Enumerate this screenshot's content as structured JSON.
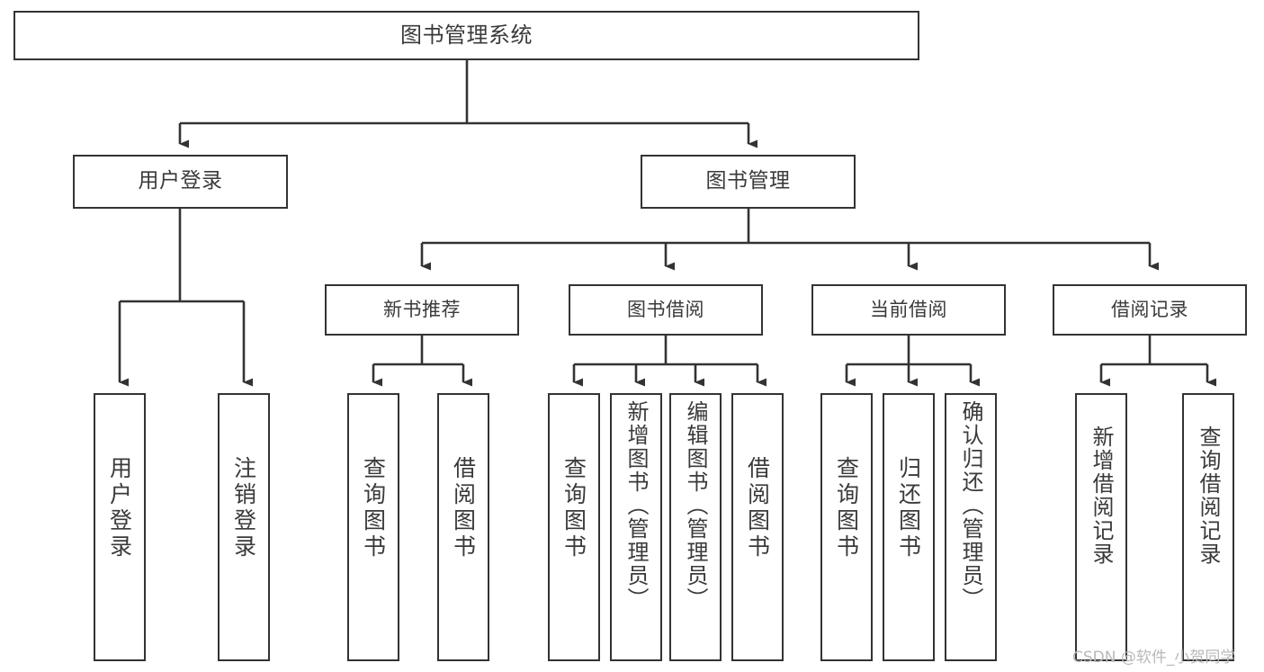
{
  "diagram": {
    "title": "图书管理系统",
    "type": "tree-hierarchy-chart",
    "colors": {
      "box_border": "#333333",
      "box_fill": "#ffffff",
      "edge": "#333333",
      "text": "#3a3a3a",
      "watermark": "#b9b9b9",
      "background": "#ffffff"
    },
    "nodes": {
      "root": {
        "label": "图书管理系统"
      },
      "level2": [
        {
          "id": "user-login",
          "label": "用户登录"
        },
        {
          "id": "book-manage",
          "label": "图书管理"
        }
      ],
      "level3": [
        {
          "id": "new-book-recommend",
          "label": "新书推荐"
        },
        {
          "id": "book-borrow",
          "label": "图书借阅"
        },
        {
          "id": "current-borrow",
          "label": "当前借阅"
        },
        {
          "id": "borrow-record",
          "label": "借阅记录"
        }
      ],
      "leaves": {
        "user-login": [
          {
            "id": "leaf-user-login",
            "label": "用户登录"
          },
          {
            "id": "leaf-user-logout",
            "label": "注销登录"
          }
        ],
        "new-book-recommend": [
          {
            "id": "leaf-query-book-1",
            "label": "查询图书"
          },
          {
            "id": "leaf-borrow-book-1",
            "label": "借阅图书"
          }
        ],
        "book-borrow": [
          {
            "id": "leaf-query-book-2",
            "label": "查询图书"
          },
          {
            "id": "leaf-add-book",
            "label": "新增图书（管理员）"
          },
          {
            "id": "leaf-edit-book",
            "label": "编辑图书（管理员）"
          },
          {
            "id": "leaf-borrow-book-2",
            "label": "借阅图书"
          }
        ],
        "current-borrow": [
          {
            "id": "leaf-query-book-3",
            "label": "查询图书"
          },
          {
            "id": "leaf-return-book",
            "label": "归还图书"
          },
          {
            "id": "leaf-confirm-return",
            "label": "确认归还（管理员）"
          }
        ],
        "borrow-record": [
          {
            "id": "leaf-add-record",
            "label": "新增借阅记录"
          },
          {
            "id": "leaf-query-record",
            "label": "查询借阅记录"
          }
        ]
      }
    },
    "watermark": "CSDN @软件_小贺同学"
  }
}
